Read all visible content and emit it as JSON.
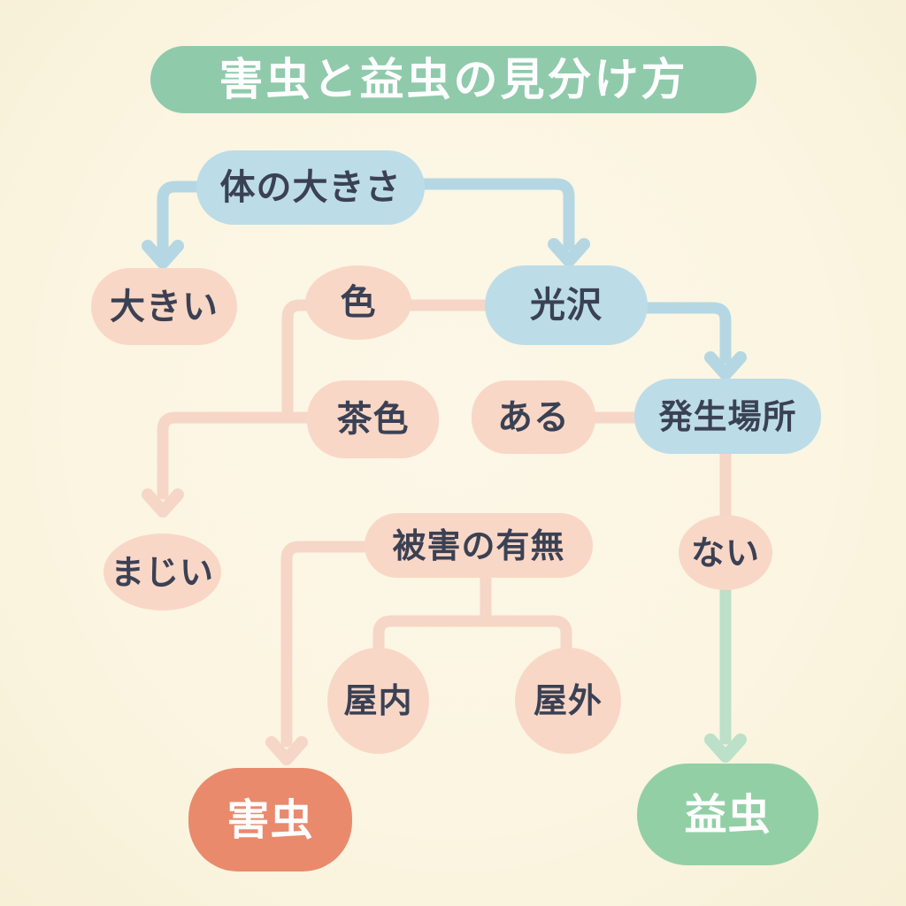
{
  "title": "害虫と益虫の見分け方",
  "colors": {
    "background": "#fbf5e1",
    "banner_green": "#8fcaab",
    "node_blue": "#bcdce8",
    "node_pink": "#f9d7c6",
    "node_salmon": "#e98a6d",
    "node_green": "#92cfa5",
    "line_blue": "#b5d7e3",
    "line_pink": "#f6d6c7",
    "line_green": "#bce0c9",
    "text_dark": "#3b4154",
    "text_white": "#ffffff"
  },
  "nodes": {
    "body_size": {
      "label": "体の大きさ"
    },
    "big": {
      "label": "大きい"
    },
    "color": {
      "label": "色"
    },
    "gloss": {
      "label": "光沢"
    },
    "brown": {
      "label": "茶色"
    },
    "aru": {
      "label": "ある"
    },
    "location": {
      "label": "発生場所"
    },
    "majii": {
      "label": "まじい"
    },
    "damage": {
      "label": "被害の有無"
    },
    "nai": {
      "label": "ない"
    },
    "indoor": {
      "label": "屋内"
    },
    "outdoor": {
      "label": "屋外"
    },
    "pest": {
      "label": "害虫"
    },
    "beneficial": {
      "label": "益虫"
    }
  },
  "edges": [
    {
      "from": "体の大きさ",
      "to": "大きい",
      "style": "arrow",
      "color": "blue"
    },
    {
      "from": "体の大きさ",
      "to": "光沢",
      "style": "arrow",
      "color": "blue"
    },
    {
      "from": "色",
      "to": "光沢",
      "style": "line",
      "color": "pink"
    },
    {
      "from": "色",
      "to": "茶色",
      "style": "line",
      "color": "pink"
    },
    {
      "from": "茶色",
      "to": "まじい",
      "style": "arrow",
      "color": "pink"
    },
    {
      "from": "光沢",
      "to": "発生場所",
      "style": "arrow",
      "color": "blue"
    },
    {
      "from": "ある",
      "to": "発生場所",
      "style": "line",
      "color": "pink"
    },
    {
      "from": "発生場所",
      "to": "ない",
      "style": "line",
      "color": "pink"
    },
    {
      "from": "被害の有無",
      "to": "害虫",
      "style": "arrow",
      "color": "pink"
    },
    {
      "from": "被害の有無",
      "to": "屋内",
      "style": "line",
      "color": "pink"
    },
    {
      "from": "被害の有無",
      "to": "屋外",
      "style": "line",
      "color": "pink"
    },
    {
      "from": "ない",
      "to": "益虫",
      "style": "arrow",
      "color": "green"
    }
  ]
}
